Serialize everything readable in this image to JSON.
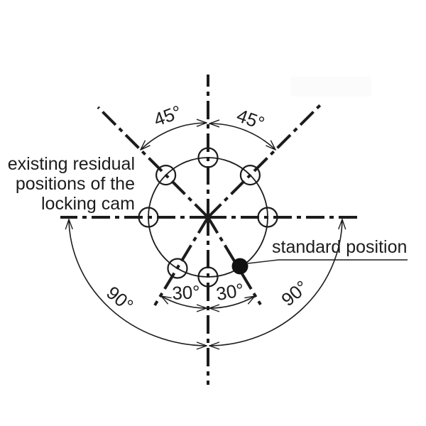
{
  "caption": {
    "line1": "existing residual",
    "line2": "positions of the",
    "line3": "locking cam"
  },
  "callout": {
    "label": "standard position"
  },
  "angles": {
    "upper_left": "45°",
    "upper_right": "45°",
    "inner_left": "30°",
    "inner_right": "30°",
    "outer_left": "90°",
    "outer_right": "90°"
  },
  "colors": {
    "line": "#1c1c1c",
    "standard_dot": "#111111",
    "background": "#ffffff",
    "watermark": "#fbfbfb"
  }
}
